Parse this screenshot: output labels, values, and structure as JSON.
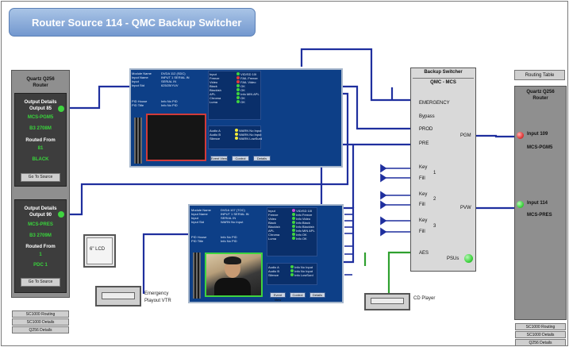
{
  "title": "Router Source 114 - QMC Backup Switcher",
  "left_router": {
    "title_line1": "Quartz Q256",
    "title_line2": "Router",
    "output_a": {
      "header1": "Output Details",
      "header2": "Output 85",
      "value1": "MCS-PGM5",
      "value2": "B3 2708M",
      "routed_label": "Routed From",
      "routed_value1": "81",
      "routed_value2": "BLACK",
      "button": "Go To Source"
    },
    "output_b": {
      "header1": "Output Details",
      "header2": "Output 90",
      "value1": "MCS-PRES",
      "value2": "B3 2709M",
      "routed_label": "Routed From",
      "routed_value1": "1",
      "routed_value2": "PDC 1",
      "button": "Go To Source"
    },
    "footer": [
      "SC1000 Routing",
      "SC1000 Details",
      "Q256 Details"
    ]
  },
  "right_router": {
    "top_button": "Routing Table",
    "title_line1": "Quartz Q256",
    "title_line2": "Router",
    "input_a": {
      "label": "Input 109",
      "value": "MCS-PGM5"
    },
    "input_b": {
      "label": "Input 114",
      "value": "MCS-PRES"
    },
    "footer": [
      "SC1000 Routing",
      "SC1000 Details",
      "Q256 Details"
    ]
  },
  "monitor1": {
    "info_labels": [
      "Module Name",
      "Input Name",
      "Input",
      "Input Std"
    ],
    "info_values": [
      "DVDA 112 (SDC)",
      "INPUT 1 SERIAL IN",
      "SERIAL IN",
      "625/25/YUV"
    ],
    "pid_labels": [
      "PID House",
      "PID Title"
    ],
    "pid_values": [
      "Info No PID",
      "Info No PID"
    ],
    "status_labels": [
      "Input",
      "Freeze",
      "Video",
      "Black",
      "Blackish",
      "APL",
      "Chroma",
      "Luma"
    ],
    "status_values": [
      "VID/SD 10I",
      "FAIL Freeze",
      "FAIL Video",
      "OK",
      "OK",
      "Info MIN APL",
      "OK",
      "OK"
    ],
    "audio_labels": [
      "Audio A",
      "Audio B",
      "Silence"
    ],
    "audio_values": [
      "WARN No Input",
      "WARN No Input",
      "WARN LowSurd"
    ],
    "buttons": [
      "Event View",
      "Control",
      "Details"
    ]
  },
  "monitor2": {
    "info_labels": [
      "Module Name",
      "Input Name",
      "Input",
      "Input Std"
    ],
    "info_values": [
      "DVDA 107 (TOC)",
      "INPUT 1 SERIAL IN",
      "SERIAL IN",
      "WARN No Input"
    ],
    "pid_labels": [
      "PID House",
      "PID Title"
    ],
    "pid_values": [
      "Info No PID",
      "Info No PID"
    ],
    "status_labels": [
      "Input",
      "Freeze",
      "Video",
      "Black",
      "Blackish",
      "APL",
      "Chroma",
      "Luma"
    ],
    "status_values": [
      "VID/SD 10I",
      "Info Freeze",
      "Info Video",
      "Info Black",
      "Info Blackish",
      "Info MIN APL",
      "Info OK",
      "Info OK"
    ],
    "audio_labels": [
      "Audio A",
      "Audio B",
      "Silence"
    ],
    "audio_values": [
      "Info No Input",
      "Info No Input",
      "Info LowSurd"
    ],
    "buttons": [
      "Event View",
      "Control",
      "Details"
    ]
  },
  "backup_switcher": {
    "title": "Backup Switcher",
    "subtitle": "QMC - MCS",
    "inputs": [
      "EMERGENCY",
      "Bypass",
      "PROD",
      "PRE"
    ],
    "keys": [
      {
        "key": "Key",
        "fill": "Fill",
        "num": "1"
      },
      {
        "key": "Key",
        "fill": "Fill",
        "num": "2"
      },
      {
        "key": "Key",
        "fill": "Fill",
        "num": "3"
      }
    ],
    "outputs": [
      "PGM",
      "PVW"
    ],
    "aes": "AES",
    "psus": "PSUs"
  },
  "devices": {
    "lcd": "6\" LCD",
    "vtr_line1": "Emergency",
    "vtr_line2": "Playout VTR",
    "cd": "CD Player"
  },
  "colors": {
    "line": "#1f2f9e",
    "green_line": "#2fa02f",
    "ok": "#3fd43f",
    "warn": "#f2ea3a",
    "fail": "#e23b3b"
  }
}
